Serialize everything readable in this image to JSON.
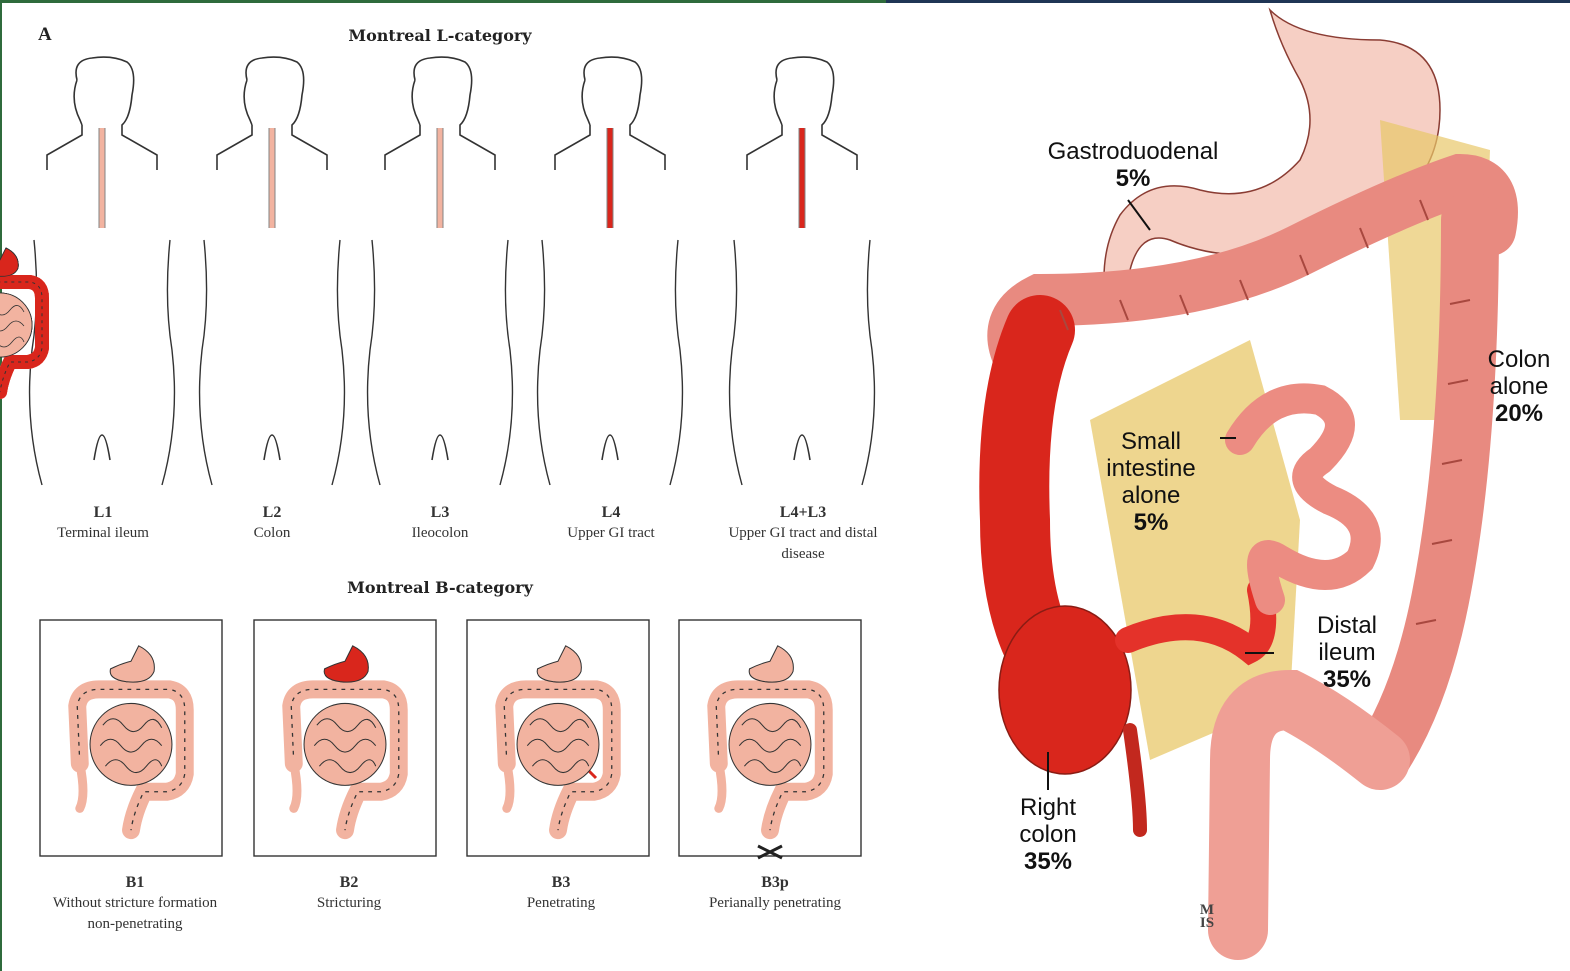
{
  "panel_letter": "A",
  "montreal_l": {
    "title": "Montreal L-category",
    "items": [
      {
        "code": "L1",
        "desc": "Terminal ileum"
      },
      {
        "code": "L2",
        "desc": "Colon"
      },
      {
        "code": "L3",
        "desc": "Ileocolon"
      },
      {
        "code": "L4",
        "desc": "Upper GI tract"
      },
      {
        "code": "L4+L3",
        "desc": "Upper GI tract and distal disease"
      }
    ]
  },
  "montreal_b": {
    "title": "Montreal B-category",
    "items": [
      {
        "code": "B1",
        "desc": "Without stricture formation non-penetrating"
      },
      {
        "code": "B2",
        "desc": "Stricturing"
      },
      {
        "code": "B3",
        "desc": "Penetrating"
      },
      {
        "code": "B3p",
        "desc": "Perianally penetrating"
      }
    ]
  },
  "distribution": [
    {
      "name": "Gastroduodenal",
      "percent": "5%"
    },
    {
      "name": "Colon alone",
      "percent": "20%"
    },
    {
      "name": "Small intestine alone",
      "percent": "5%"
    },
    {
      "name": "Distal ileum",
      "percent": "35%"
    },
    {
      "name": "Right colon",
      "percent": "35%"
    }
  ],
  "colors": {
    "tissue": "#f2b3a0",
    "inflamed": "#d9261c",
    "outline": "#333333",
    "mesentery": "#e8c86a"
  }
}
